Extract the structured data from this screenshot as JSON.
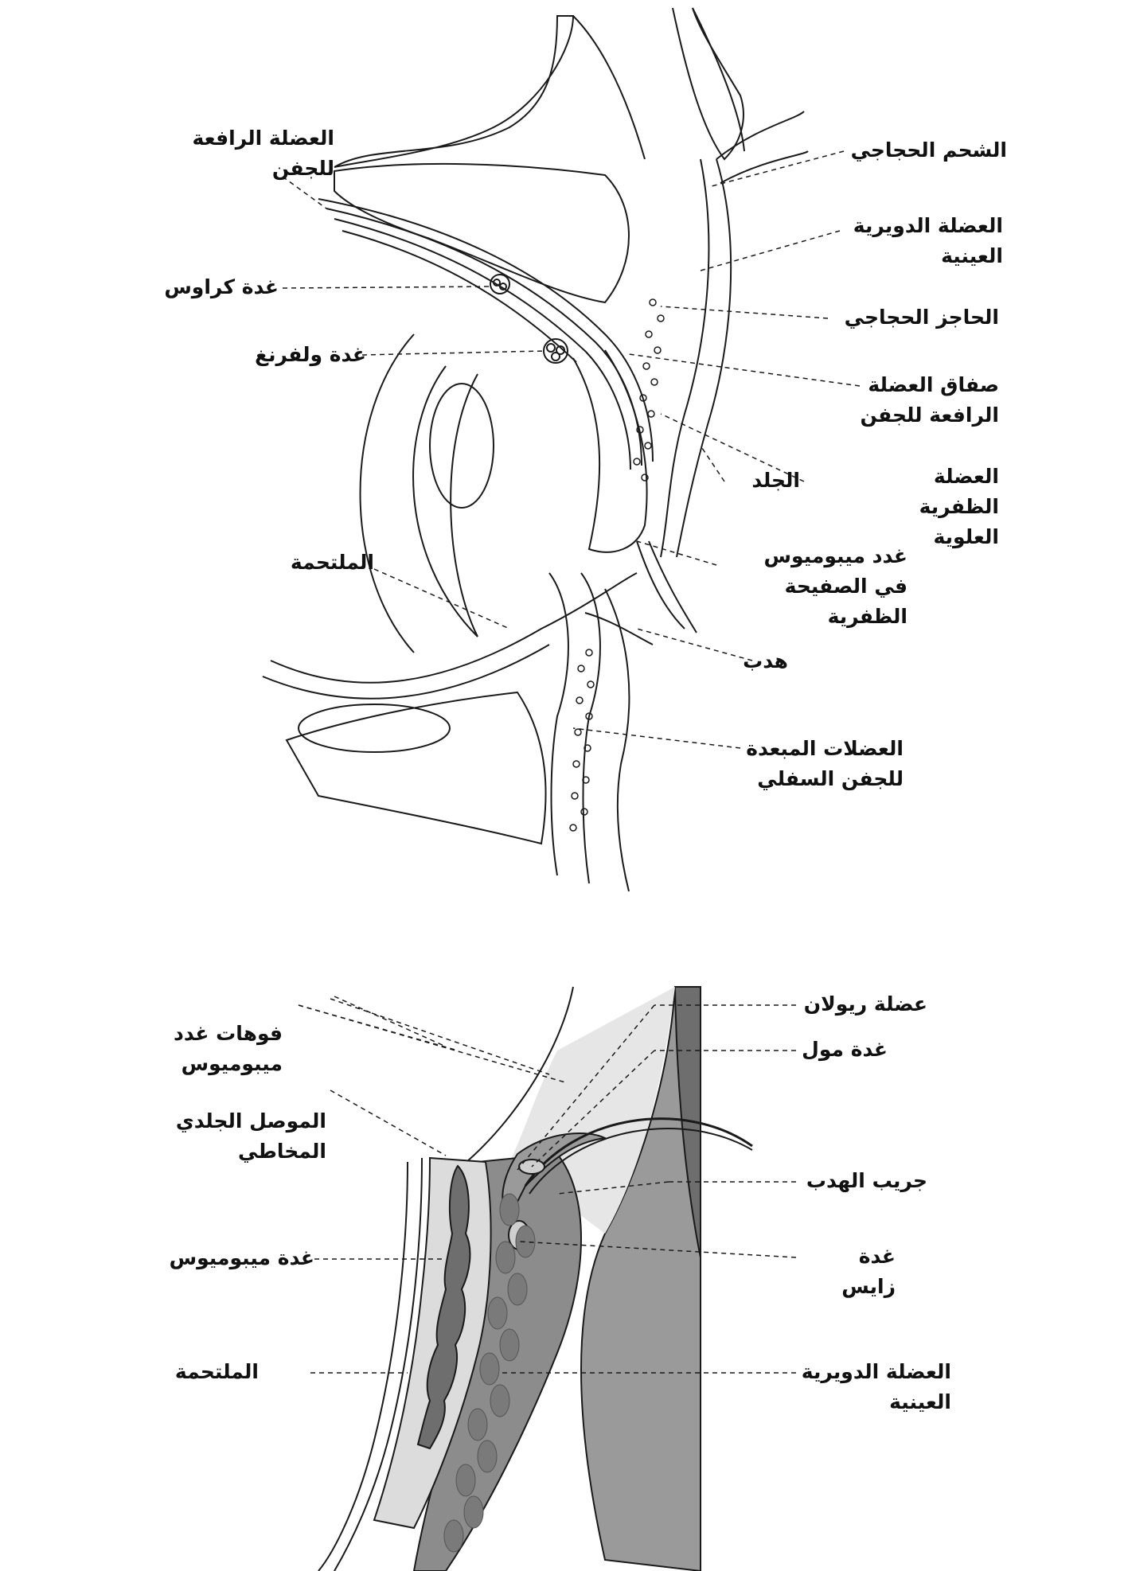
{
  "top_figure": {
    "labels": {
      "levator_palpebrae": "العضلة الرافعة\nللجفن",
      "gland_krause": "غدة كراوس",
      "gland_wolfring": "غدة ولفرنغ",
      "conjunctiva": "الملتحمة",
      "orbital_fat": "الشحم الحجاجي",
      "orbicularis_oculi": "العضلة الدويرية\nالعينية",
      "orbital_septum": "الحاجز الحجاجي",
      "levator_aponeurosis": "صفاق العضلة\nالرافعة للجفن",
      "skin": "الجلد",
      "superior_tarsal_muscle": "العضلة الظفرية\nالعلوية",
      "meibomian_glands_tarsal_plate": "غدد ميبوميوس\nفي الصفيحة الظفرية",
      "eyelash": "هدب",
      "lower_lid_retractors": "العضلات المبعدة\nللجفن السفلي"
    }
  },
  "bottom_figure": {
    "labels": {
      "meibomian_orifices": "فوهات غدد\nميبوميوس",
      "mucocutaneous_junction": "الموصل الجلدي\nالمخاطي",
      "meibomian_gland": "غدة ميبوميوس",
      "conjunctiva": "الملتحمة",
      "muscle_riolan": "عضلة ريولان",
      "gland_moll": "غدة مول",
      "lash_follicle": "جريب الهدب",
      "gland_zeis": "غدة زايس",
      "orbicularis_oculi": "العضلة الدويرية\nالعينية"
    }
  },
  "colors": {
    "ink": "#1a1a1a",
    "gray_dark": "#6e6e6e",
    "gray_mid": "#9a9a9a",
    "gray_light": "#d2d2d2"
  }
}
